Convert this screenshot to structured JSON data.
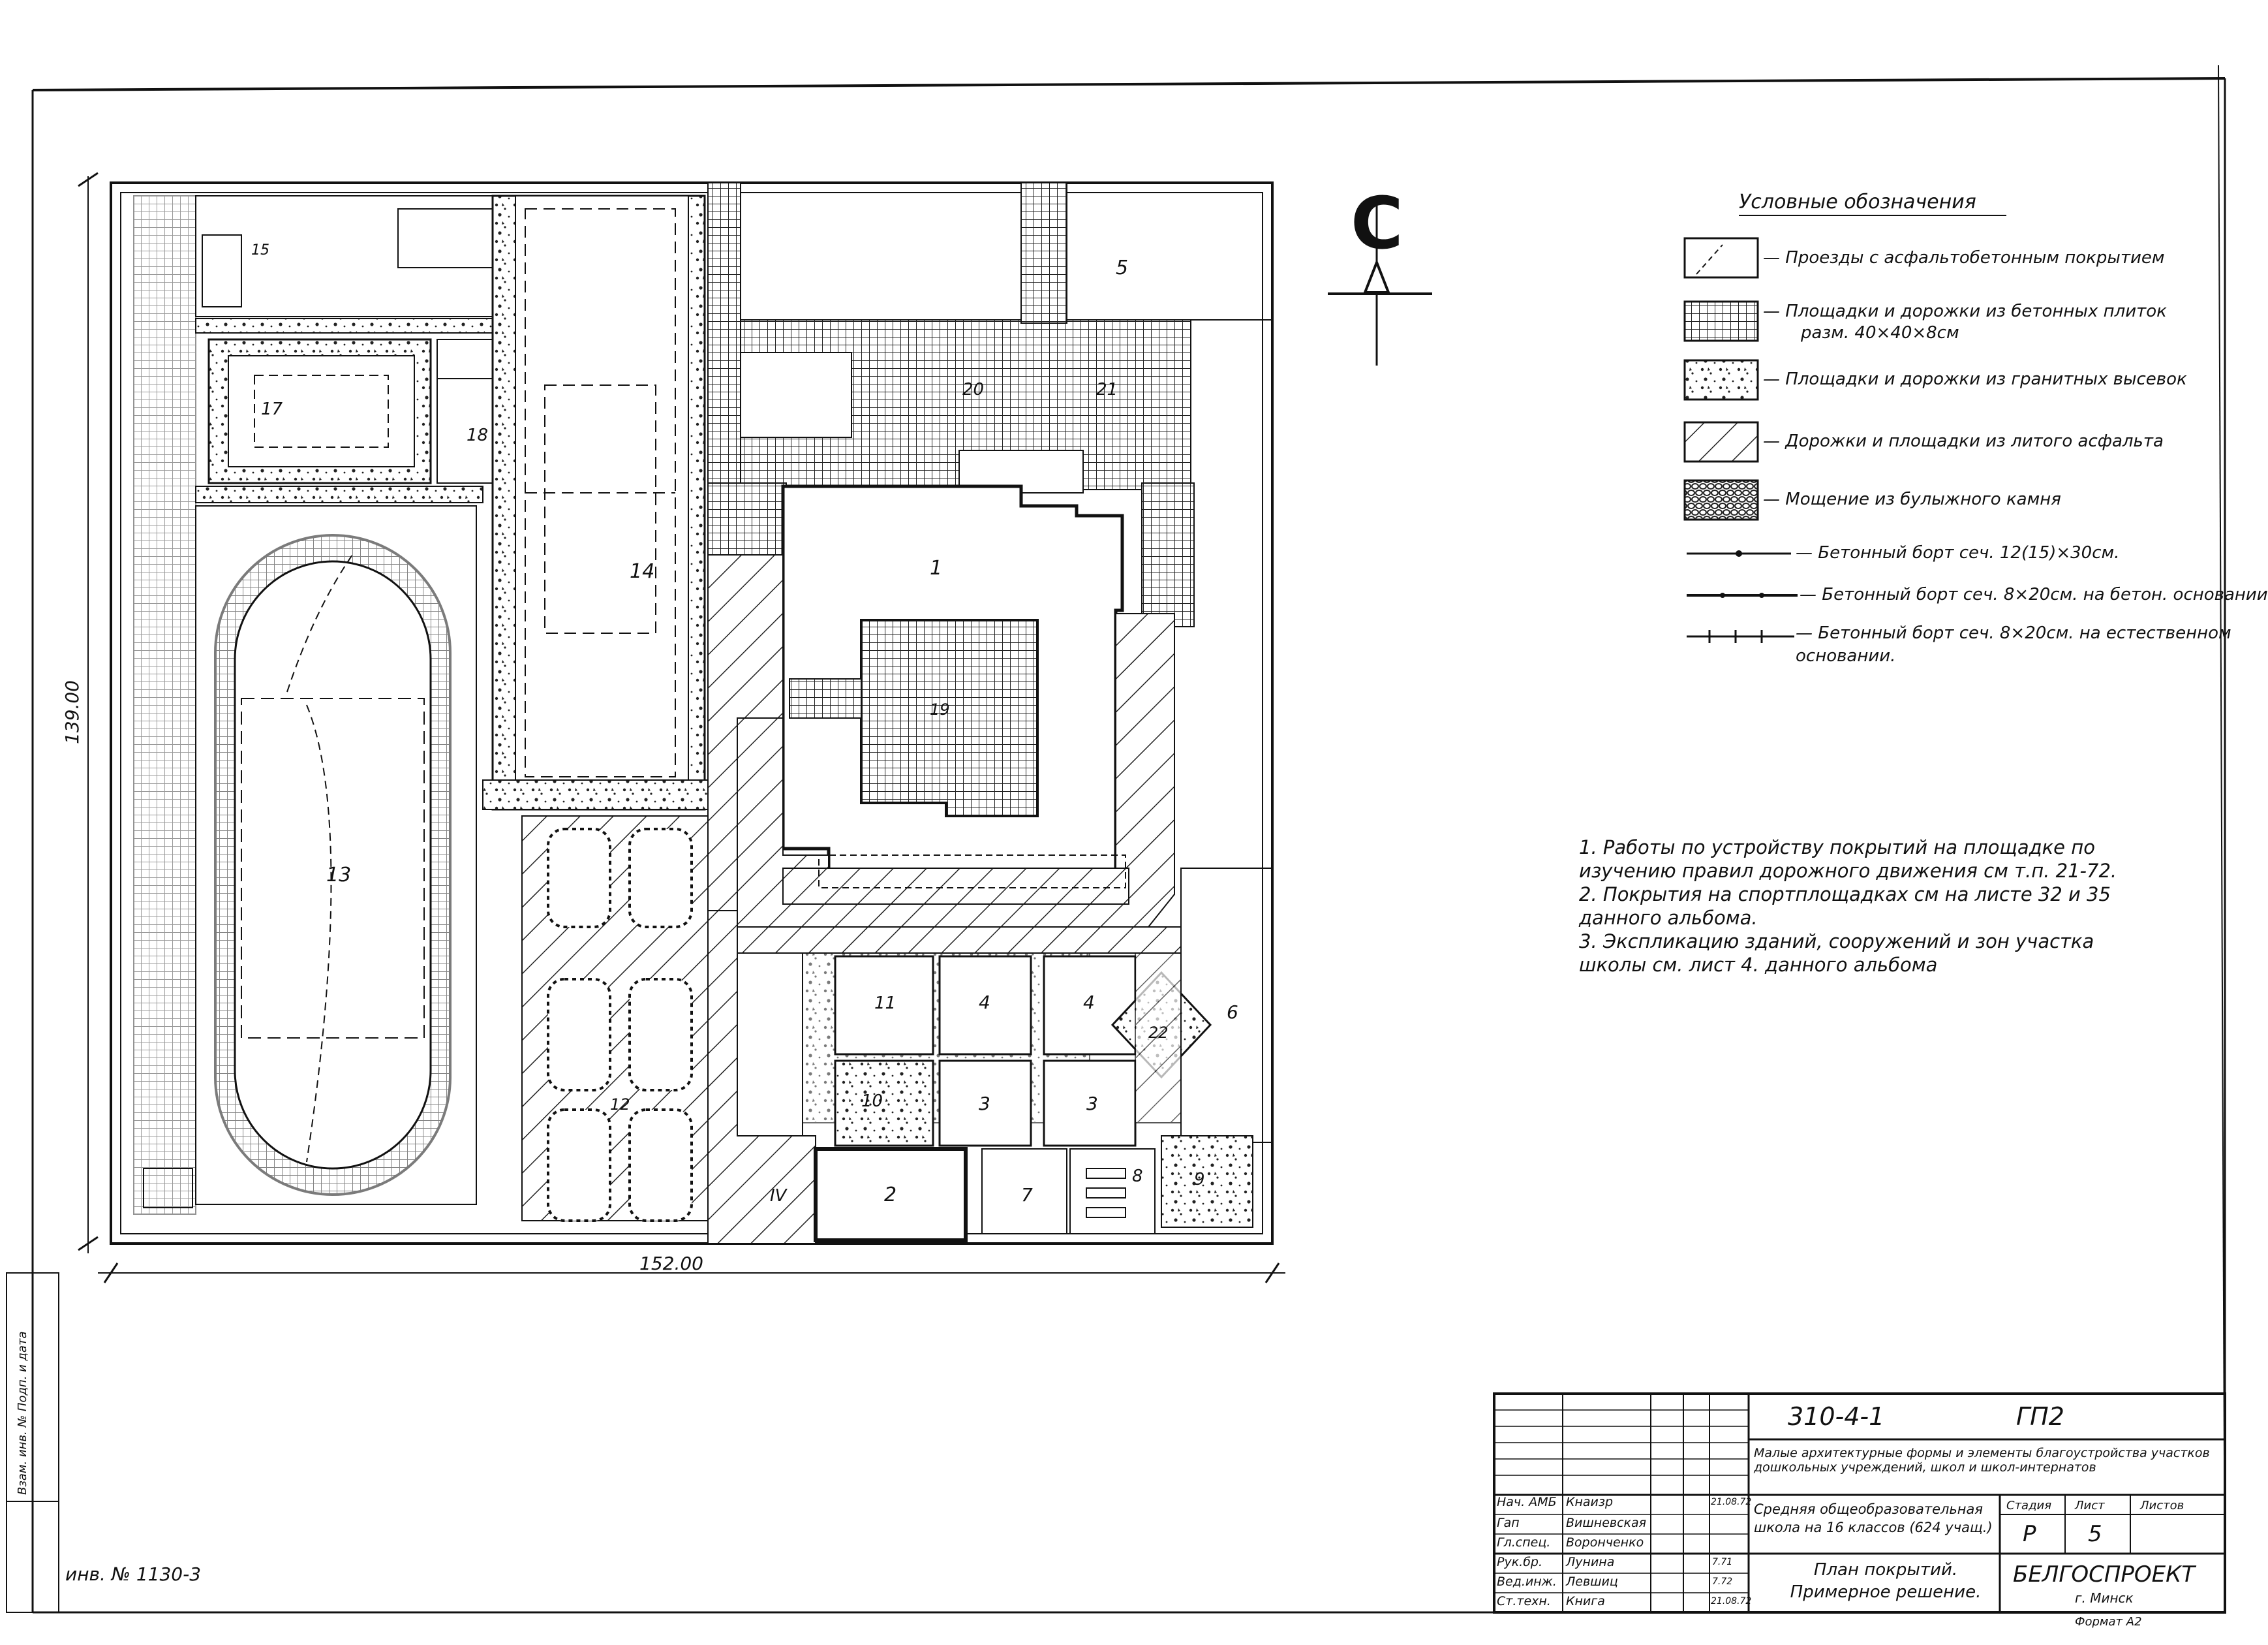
{
  "north_arrow": {
    "label": "С"
  },
  "dimensions": {
    "height": "139.00",
    "width": "152.00"
  },
  "plan_labels": {
    "b1": "1",
    "b2": "2",
    "b3a": "3",
    "b3b": "3",
    "b4a": "4",
    "b4b": "4",
    "b5": "5",
    "b6": "6",
    "b7": "7",
    "b8": "8",
    "b9": "9",
    "b10": "10",
    "b11": "11",
    "b12": "12",
    "b13": "13",
    "b14": "14",
    "b15": "15",
    "b17": "17",
    "b18": "18",
    "b19": "19",
    "b20": "20",
    "b21": "21",
    "b22": "22",
    "bIV": "IV"
  },
  "legend": {
    "title": "Условные обозначения",
    "items": [
      {
        "pattern": "asphalt-concrete",
        "text": "— Проезды с асфальтобетонным покрытием"
      },
      {
        "pattern": "concrete-tiles",
        "text": "— Площадки и дорожки из бетонных плиток",
        "text2": "разм. 40×40×8см"
      },
      {
        "pattern": "gravel",
        "text": "— Площадки и дорожки из гранитных высевок"
      },
      {
        "pattern": "cast-asphalt",
        "text": "— Дорожки и площадки из литого асфальта"
      },
      {
        "pattern": "cobblestone",
        "text": "— Мощение из булыжного камня"
      },
      {
        "pattern": "curb-1",
        "text": "— Бетонный борт сеч. 12(15)×30см."
      },
      {
        "pattern": "curb-2",
        "text": "— Бетонный борт сеч. 8×20см. на бетон. основании"
      },
      {
        "pattern": "curb-3",
        "text": "— Бетонный борт сеч. 8×20см. на естественном",
        "text2": "основании."
      }
    ]
  },
  "notes": [
    "1. Работы по устройству покрытий на площадке по изучению правил дорожного движения см т.п. 21-72.",
    "2. Покрытия на спортплощадках см на листе 32 и 35 данного альбома.",
    "3. Экспликацию зданий, сооружений и зон участка школы см. лист 4. данного альбома"
  ],
  "title_block": {
    "code": "310-4-1",
    "mark": "ГП2",
    "album_desc": "Малые архитектурные формы и элементы благоустройства участков дошкольных учреждений, школ и школ-интернатов",
    "project": "Средняя общеобразовательная школа на 16 классов (624 учащ.)",
    "stage_header": "Стадия",
    "sheet_header": "Лист",
    "sheets_header": "Листов",
    "stage": "Р",
    "sheet": "5",
    "drawing_title": "План покрытий. Примерное решение.",
    "org": "БЕЛГОСПРОЕКТ",
    "org_city": "г. Минск",
    "format": "Формат А2",
    "signatures": [
      {
        "role": "Нач. АМБ",
        "name": "Кнаизр",
        "date": "21.08.72"
      },
      {
        "role": "Гап",
        "name": "Вишневская",
        "date": ""
      },
      {
        "role": "Гл.спец.",
        "name": "Воронченко",
        "date": ""
      },
      {
        "role": "Рук.бр.",
        "name": "Лунина",
        "date": "7.71"
      },
      {
        "role": "Вед.инж.",
        "name": "Левшиц",
        "date": "7.72"
      },
      {
        "role": "Ст.техн.",
        "name": "Книга",
        "date": "21.08.72"
      }
    ]
  },
  "inventory": "инв. № 1130-3",
  "margin_stamp": "Взам. инв. № Подп. и дата"
}
